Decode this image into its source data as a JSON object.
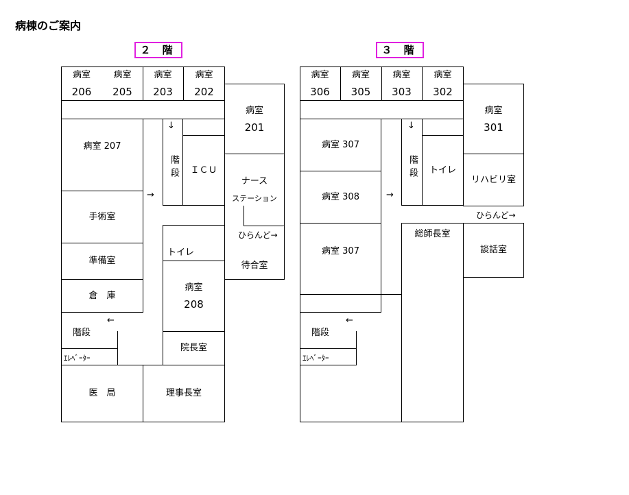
{
  "title": "病棟のご案内",
  "floors": {
    "f2": {
      "label": "２ 階",
      "top_rooms": [
        {
          "label": "病室",
          "number": "206"
        },
        {
          "label": "病室",
          "number": "205"
        },
        {
          "label": "病室",
          "number": "203"
        },
        {
          "label": "病室",
          "number": "202"
        }
      ],
      "room201": {
        "label": "病室",
        "number": "201"
      },
      "room207": "病室 207",
      "icu": "ＩＣＵ",
      "nurse_station": {
        "line1": "ナース",
        "line2": "ステーション"
      },
      "stairs": "階段",
      "operating_room": "手術室",
      "prep_room": "準備室",
      "storage": "倉　庫",
      "toilet": "トイレ",
      "room208": {
        "label": "病室",
        "number": "208"
      },
      "hiranda": "ひらんど→",
      "waiting_room": "待合室",
      "stairs2": "階段",
      "elevator": "ｴﾚﾍﾞｰﾀｰ",
      "director_room": "院長室",
      "medical_office": "医　局",
      "chairman_room": "理事長室",
      "arrow_down": "↓",
      "arrow_right": "→",
      "arrow_left": "←"
    },
    "f3": {
      "label": "３ 階",
      "top_rooms": [
        {
          "label": "病室",
          "number": "306"
        },
        {
          "label": "病室",
          "number": "305"
        },
        {
          "label": "病室",
          "number": "303"
        },
        {
          "label": "病室",
          "number": "302"
        }
      ],
      "room301": {
        "label": "病室",
        "number": "301"
      },
      "room307a": "病室 307",
      "room308": "病室 308",
      "room307b": "病室 307",
      "stairs": "階段",
      "toilet": "トイレ",
      "rehab": "リハビリ室",
      "hiranda": "ひらんど→",
      "head_nurse": "総師長室",
      "consult_room": "談話室",
      "stairs2": "階段",
      "elevator": "ｴﾚﾍﾞｰﾀｰ",
      "arrow_down": "↓",
      "arrow_right": "→",
      "arrow_left": "←"
    }
  },
  "colors": {
    "label_border": "#e020e0",
    "line": "#000000"
  }
}
